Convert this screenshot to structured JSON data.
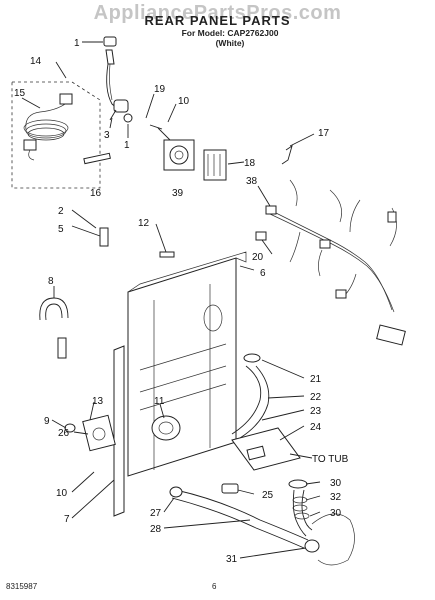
{
  "header": {
    "watermark": "AppliancePartsPros.com",
    "title": "REAR PANEL PARTS",
    "model_line": "For Model: CAP2762J00",
    "color_line": "(White)"
  },
  "footer": {
    "doc_number": "8315987",
    "page_number": "6"
  },
  "notes": {
    "to_tub": "TO TUB"
  },
  "callouts": [
    "1",
    "14",
    "15",
    "3",
    "1",
    "19",
    "10",
    "16",
    "39",
    "17",
    "18",
    "38",
    "2",
    "12",
    "5",
    "20",
    "6",
    "8",
    "21",
    "22",
    "23",
    "13",
    "11",
    "24",
    "9",
    "26",
    "25",
    "10",
    "30",
    "32",
    "7",
    "27",
    "28",
    "30",
    "31"
  ]
}
